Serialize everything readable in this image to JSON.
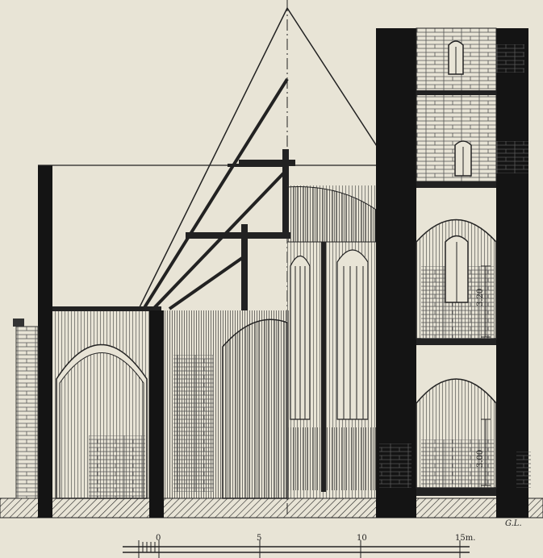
{
  "drawing": {
    "paper_color": "#e8e4d6",
    "ink_color": "#1a1a1a",
    "signature": "G.L."
  },
  "dimensions": {
    "upper": "3.20",
    "lower": "3.00"
  },
  "scale_bar": {
    "labels": [
      "0",
      "5",
      "10",
      "15m."
    ]
  }
}
